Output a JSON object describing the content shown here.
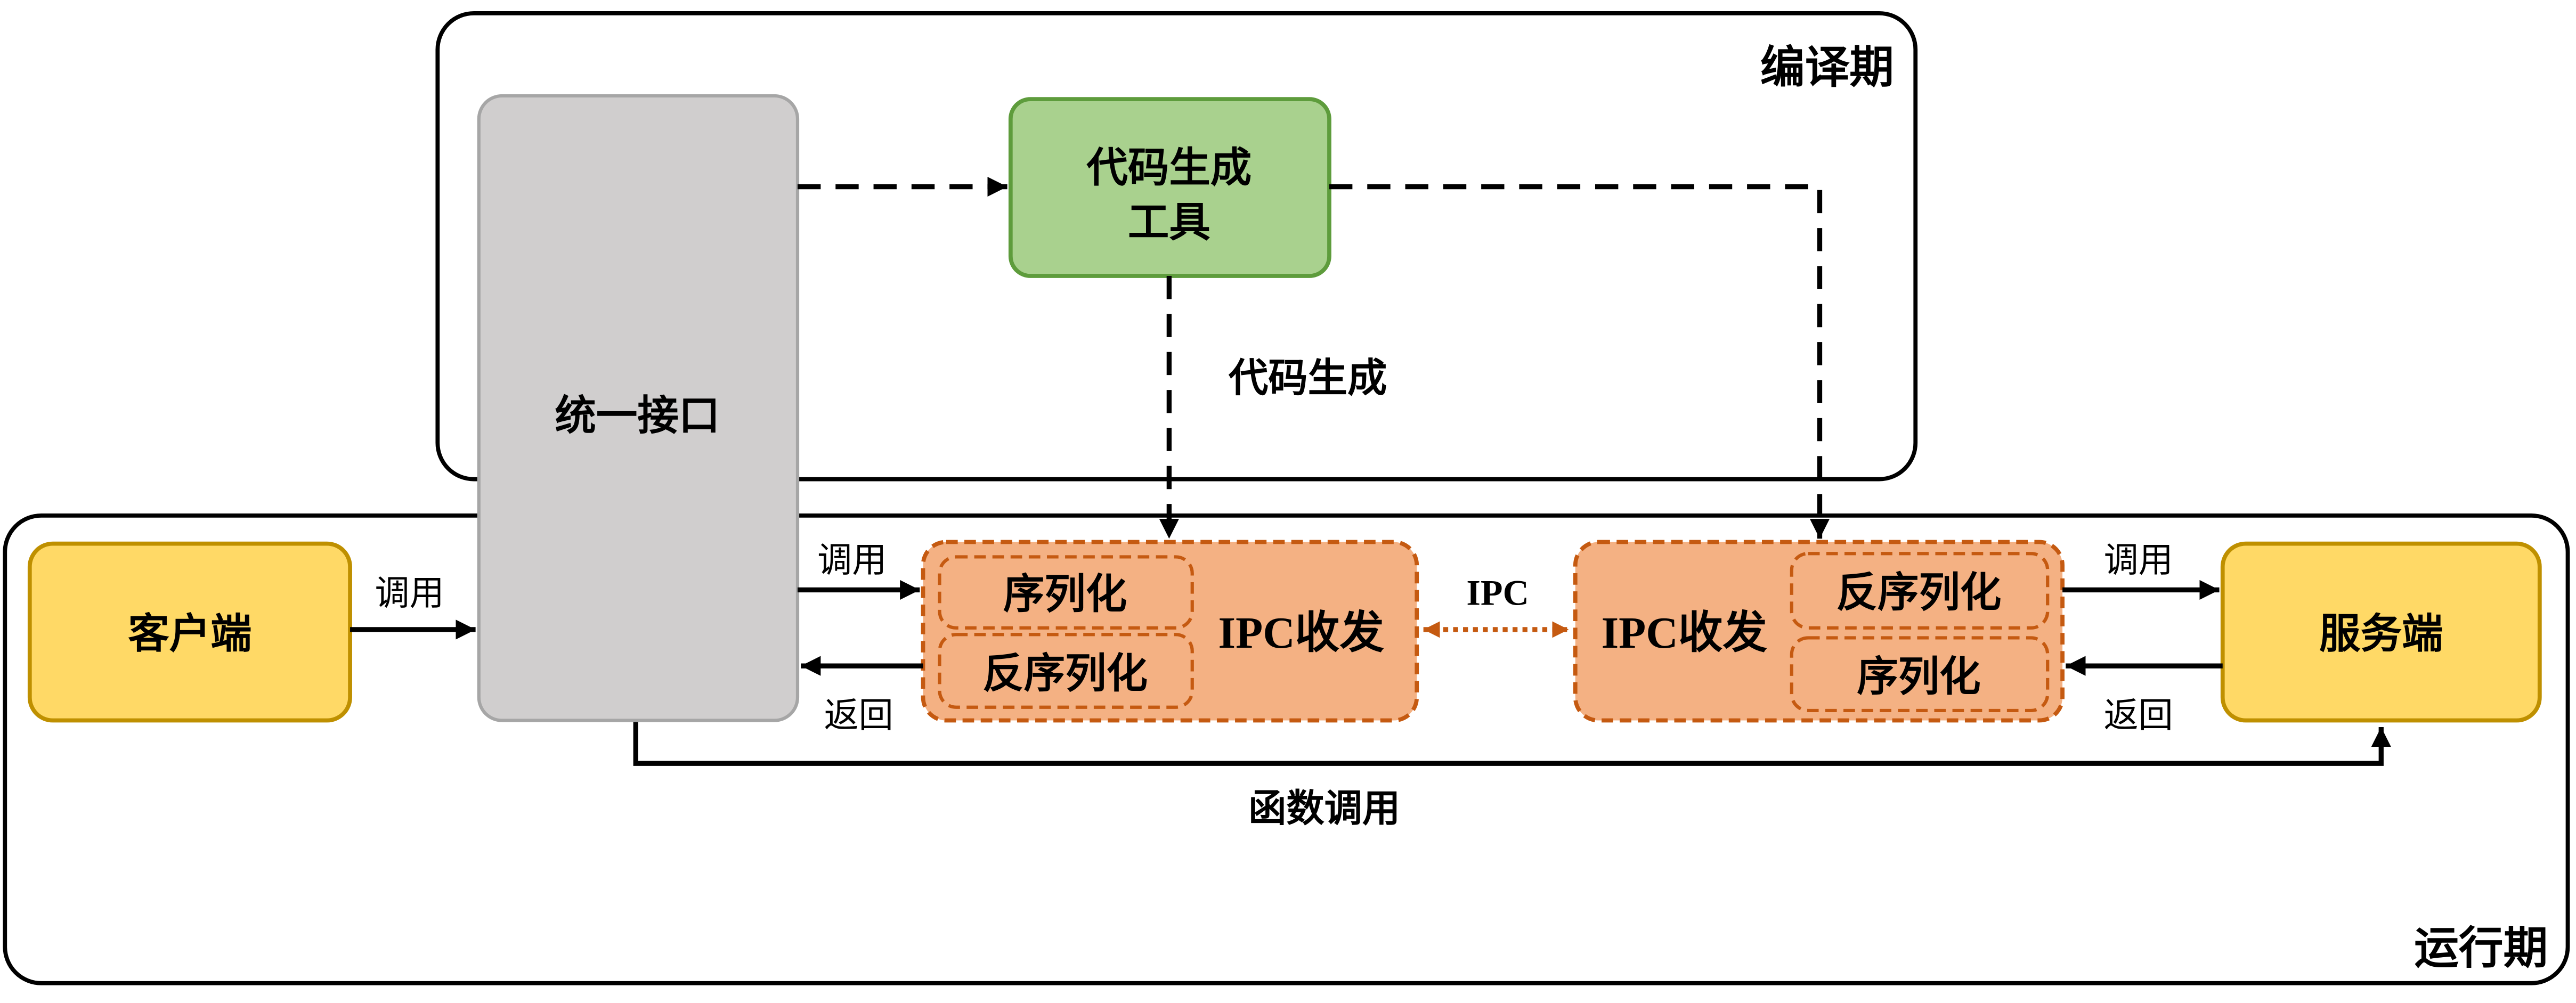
{
  "regions": {
    "compile": "编译期",
    "runtime": "运行期"
  },
  "nodes": {
    "unified_interface": "统一接口",
    "codegen_tool_line1": "代码生成",
    "codegen_tool_line2": "工具",
    "client": "客户端",
    "server": "服务端",
    "left_ipc": {
      "serialize": "序列化",
      "deserialize": "反序列化",
      "transceive": "IPC收发"
    },
    "right_ipc": {
      "deserialize": "反序列化",
      "serialize": "序列化",
      "transceive": "IPC收发"
    }
  },
  "edges": {
    "codegen": "代码生成",
    "client_call": "调用",
    "left_call": "调用",
    "left_return": "返回",
    "ipc": "IPC",
    "right_call": "调用",
    "right_return": "返回",
    "function_call": "函数调用"
  },
  "colors": {
    "gray_fill": "#d0cece",
    "gray_stroke": "#a6a6a6",
    "green_fill": "#a9d18e",
    "green_stroke": "#5e9c3c",
    "yellow_fill": "#ffd966",
    "yellow_stroke": "#bf9000",
    "orange_fill": "#f4b183",
    "orange_stroke": "#c55a11"
  }
}
